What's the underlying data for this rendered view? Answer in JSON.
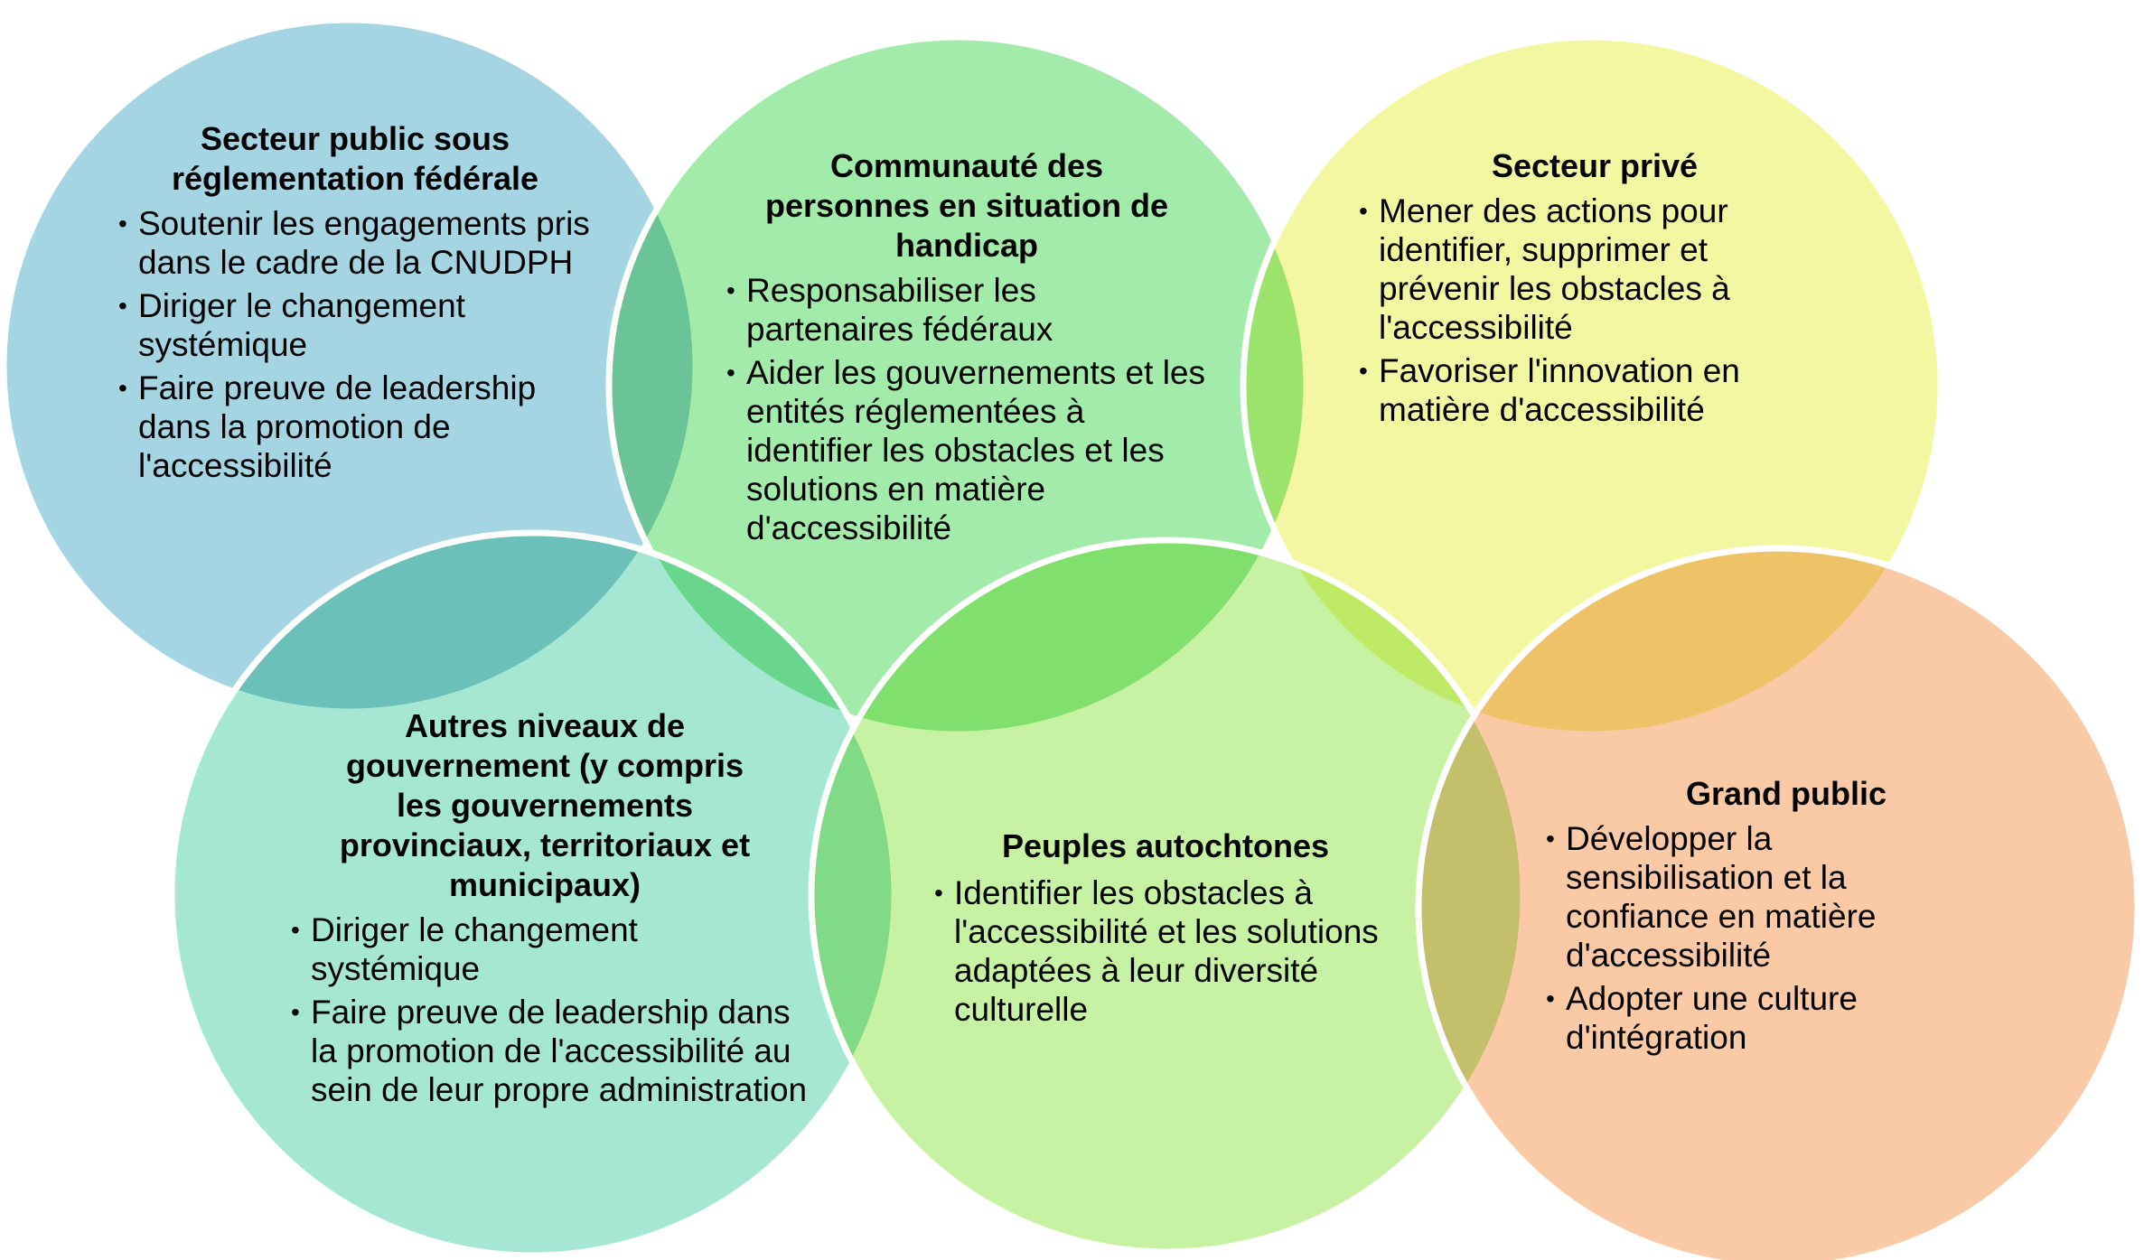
{
  "diagram": {
    "type": "venn",
    "circles": [
      {
        "id": "secteur-public",
        "title": "Secteur public sous réglementation fédérale",
        "title_lines": [
          "Secteur public sous",
          "réglementation fédérale"
        ],
        "color": "#A5D5E2",
        "bullets": [
          "Soutenir les engagements pris dans le cadre de la CNUDPH",
          "Diriger le changement systémique",
          "Faire preuve de leadership dans la promotion de l'accessibilité"
        ]
      },
      {
        "id": "communaute",
        "title": "Communauté des personnes en situation de handicap",
        "title_lines": [
          "Communauté des",
          "personnes en situation de",
          "handicap"
        ],
        "color": "#A3EBAA",
        "bullets": [
          "Responsabiliser les partenaires fédéraux",
          "Aider les gouvernements et les entités réglementées à identifier les obstacles et les solutions en matière d'accessibilité"
        ]
      },
      {
        "id": "secteur-prive",
        "title": "Secteur privé",
        "title_lines": [
          "Secteur privé"
        ],
        "color": "#F4F7A1",
        "bullets": [
          "Mener des actions pour identifier, supprimer et prévenir les obstacles à l'accessibilité",
          "Favoriser l'innovation en matière d'accessibilité"
        ]
      },
      {
        "id": "autres-niveaux",
        "title": "Autres niveaux de gouvernement (y compris les gouvernements provinciaux, territoriaux et municipaux)",
        "title_lines": [
          "Autres niveaux de",
          "gouvernement (y compris",
          "les gouvernements",
          "provinciaux, territoriaux et",
          "municipaux)"
        ],
        "color": "#A5E7D2",
        "bullets": [
          "Diriger le changement systémique",
          "Faire preuve de leadership dans la promotion de l'accessibilité au sein de leur propre administration"
        ]
      },
      {
        "id": "peuples-autochtones",
        "title": "Peuples autochtones",
        "title_lines": [
          "Peuples autochtones"
        ],
        "color": "#C8F2A3",
        "bullets": [
          "Identifier les obstacles à l'accessibilité et les solutions adaptées à leur diversité culturelle"
        ]
      },
      {
        "id": "grand-public",
        "title": "Grand public",
        "title_lines": [
          "Grand public"
        ],
        "color": "#F9CAA5",
        "bullets": [
          "Développer la sensibilisation et la confiance en matière d'accessibilité",
          "Adopter une culture d'intégration"
        ]
      }
    ],
    "outline_color": "#FFFFFF",
    "bullet_glyph": "•"
  }
}
